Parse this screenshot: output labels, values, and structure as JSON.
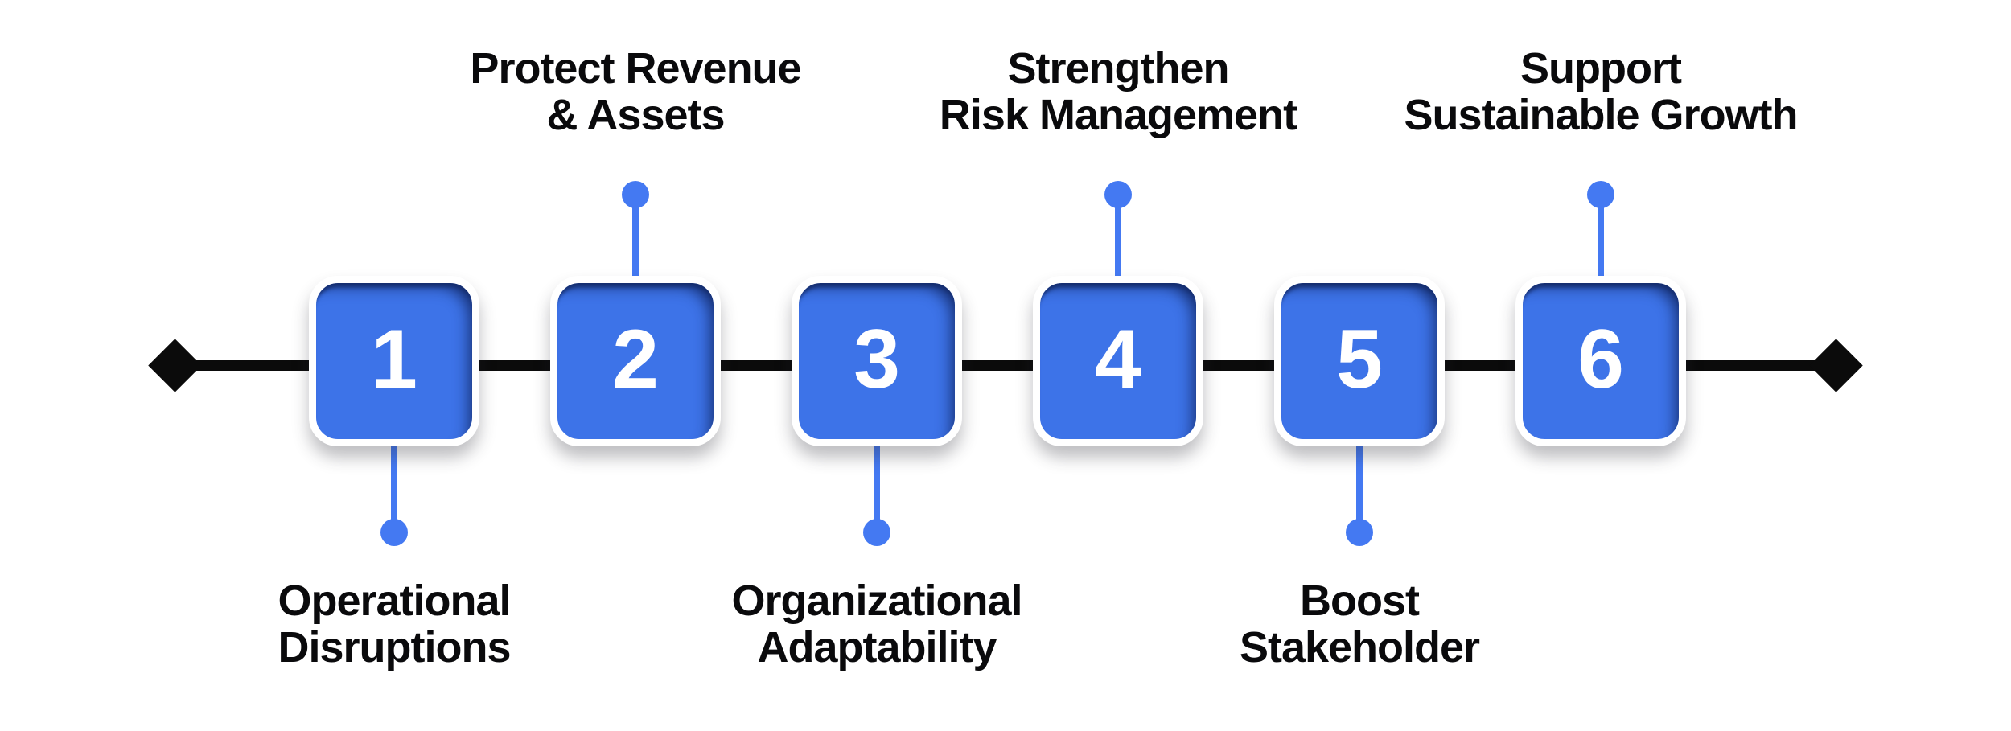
{
  "colors": {
    "square_blue": "#3d73e8",
    "connector_blue": "#4479f2",
    "line_black": "#0b0b0b",
    "text_black": "#0a0a0c"
  },
  "timeline": {
    "type": "horizontal-step-timeline",
    "endpoints": "diamond",
    "steps": [
      {
        "number": "1",
        "position": "below",
        "label_line1": "Operational",
        "label_line2": "Disruptions"
      },
      {
        "number": "2",
        "position": "above",
        "label_line1": "Protect Revenue",
        "label_line2": "& Assets"
      },
      {
        "number": "3",
        "position": "below",
        "label_line1": "Organizational",
        "label_line2": "Adaptability"
      },
      {
        "number": "4",
        "position": "above",
        "label_line1": "Strengthen",
        "label_line2": "Risk Management"
      },
      {
        "number": "5",
        "position": "below",
        "label_line1": "Boost",
        "label_line2": "Stakeholder"
      },
      {
        "number": "6",
        "position": "above",
        "label_line1": "Support",
        "label_line2": "Sustainable Growth"
      }
    ]
  }
}
